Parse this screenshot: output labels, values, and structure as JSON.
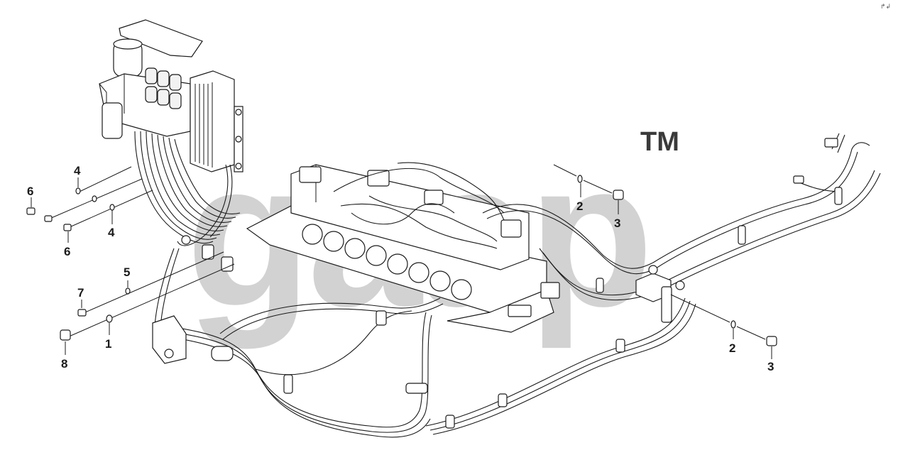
{
  "watermark": {
    "text": "gaap",
    "trademark": "TM"
  },
  "corner_mark": "↱↲",
  "callouts": [
    "4",
    "6",
    "4",
    "6",
    "5",
    "7",
    "1",
    "8",
    "2",
    "3",
    "2",
    "3"
  ],
  "colors": {
    "ink": "#1a1a1a",
    "paper": "#ffffff",
    "watermark": "#d2d2d2"
  }
}
